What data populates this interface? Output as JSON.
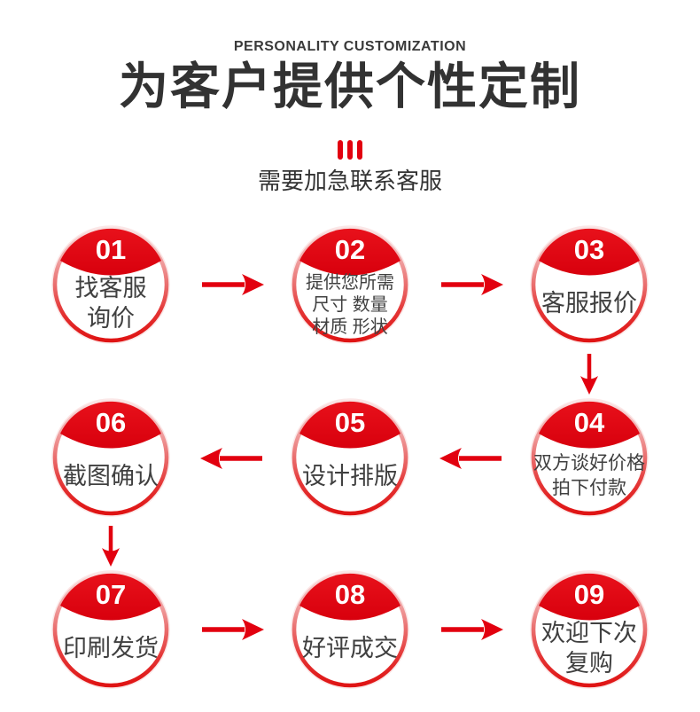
{
  "colors": {
    "accent_red": "#e2000f",
    "ring_red": "#e30613",
    "title_dark": "#323232",
    "label_gray": "#404040",
    "badge_text": "#ffffff"
  },
  "header": {
    "eyebrow": "PERSONALITY CUSTOMIZATION",
    "title": "为客户提供个性定制",
    "subtitle": "需要加急联系客服",
    "divider_icon": "triple-bars-icon"
  },
  "steps": [
    {
      "number": "01",
      "lines": [
        "找客服",
        "询价"
      ]
    },
    {
      "number": "02",
      "lines": [
        "提供您所需",
        "尺寸 数量",
        "材质 形状"
      ]
    },
    {
      "number": "03",
      "lines": [
        "客服报价"
      ]
    },
    {
      "number": "04",
      "lines": [
        "双方谈好价格",
        "拍下付款"
      ]
    },
    {
      "number": "05",
      "lines": [
        "设计排版"
      ]
    },
    {
      "number": "06",
      "lines": [
        "截图确认"
      ]
    },
    {
      "number": "07",
      "lines": [
        "印刷发货"
      ]
    },
    {
      "number": "08",
      "lines": [
        "好评成交"
      ]
    },
    {
      "number": "09",
      "lines": [
        "欢迎下次",
        "复购"
      ]
    }
  ],
  "flow_arrows": [
    {
      "from": "01",
      "to": "02",
      "direction": "right"
    },
    {
      "from": "02",
      "to": "03",
      "direction": "right"
    },
    {
      "from": "03",
      "to": "04",
      "direction": "down"
    },
    {
      "from": "04",
      "to": "05",
      "direction": "left"
    },
    {
      "from": "05",
      "to": "06",
      "direction": "left"
    },
    {
      "from": "06",
      "to": "07",
      "direction": "down"
    },
    {
      "from": "07",
      "to": "08",
      "direction": "right"
    },
    {
      "from": "08",
      "to": "09",
      "direction": "right"
    }
  ]
}
